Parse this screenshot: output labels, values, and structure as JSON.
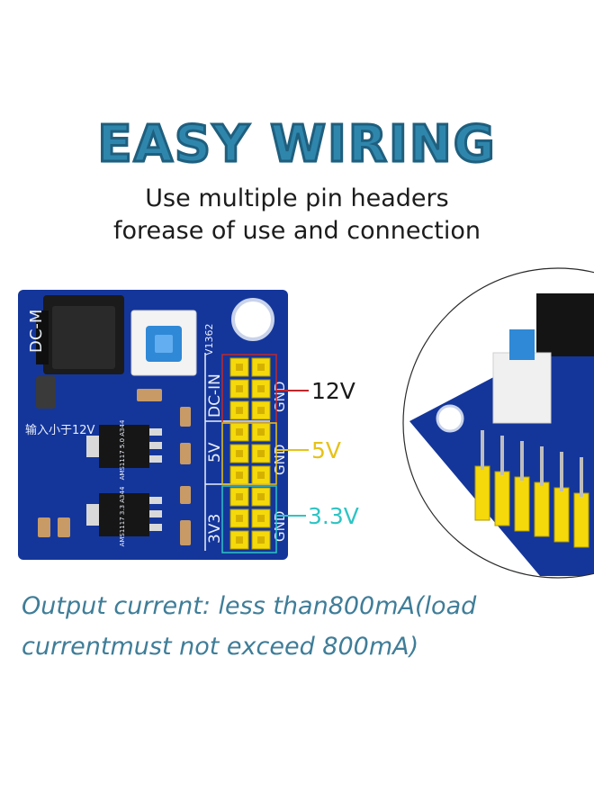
{
  "headline": "EASY WIRING",
  "subtitle_line1": "Use multiple pin headers",
  "subtitle_line2": "forease of use and connection",
  "note_line1": "Output current: less than800mA(load",
  "note_line2": "currentmust not exceed 800mA)",
  "board": {
    "silk_dc_m": "DC-M",
    "silk_version": "V1362",
    "silk_input": "输入小于12V",
    "silk_dc_in": "DC-IN",
    "silk_5v": "5V",
    "silk_3v3": "3V3",
    "silk_gnd": "GND",
    "chip1_text": "AMS1117 5.0 A344",
    "chip2_text": "AMS1117 3.3 A344"
  },
  "callouts": {
    "v12": "12V",
    "v5": "5V",
    "v33": "3.3V"
  },
  "colors": {
    "headline": "#2f86ad",
    "note": "#3f7d98",
    "pcb": "#14369b",
    "pin_header": "#f5d90a",
    "v12_line": "#c0282a",
    "v5_line": "#e6c219",
    "v33_line": "#2ec4c4"
  }
}
